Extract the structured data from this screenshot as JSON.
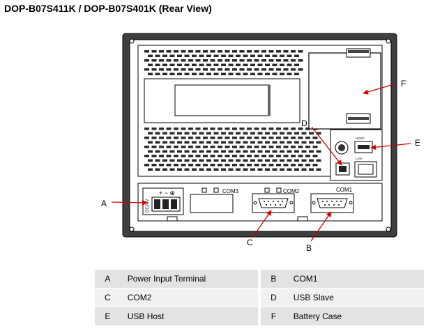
{
  "title": "DOP-B07S411K / DOP-B07S401K (Rear View)",
  "device_labels": {
    "power": "DC24V",
    "com3": "COM3",
    "com2": "COM2",
    "com1": "COM1",
    "usb_host": "HOST",
    "lan": "LAN"
  },
  "callouts": {
    "a": "A",
    "b": "B",
    "c": "C",
    "d": "D",
    "e": "E",
    "f": "F"
  },
  "legend": [
    {
      "key1": "A",
      "desc1": "Power Input Terminal",
      "key2": "B",
      "desc2": "COM1"
    },
    {
      "key1": "C",
      "desc1": "COM2",
      "key2": "D",
      "desc2": "USB Slave"
    },
    {
      "key1": "E",
      "desc1": "USB Host",
      "key2": "F",
      "desc2": "Battery Case"
    }
  ]
}
